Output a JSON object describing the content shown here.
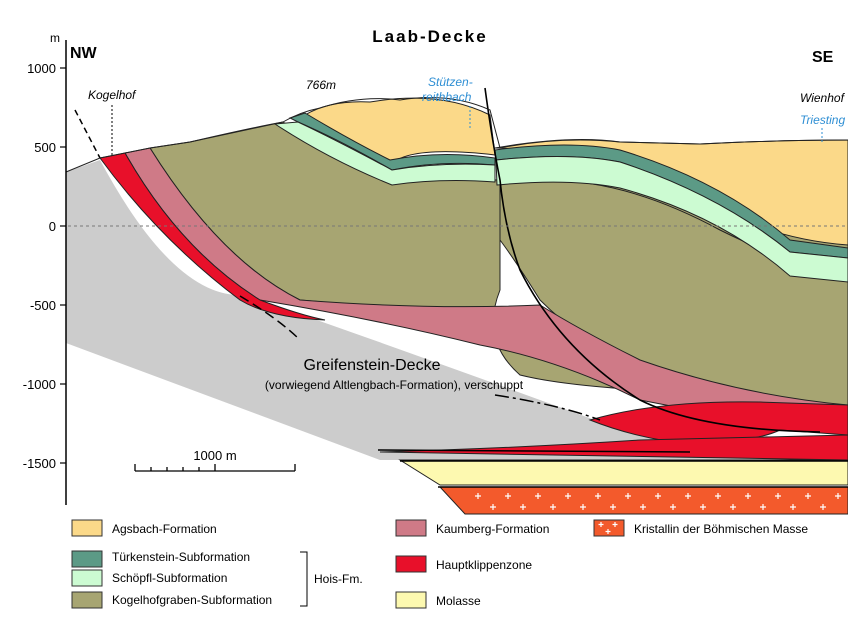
{
  "title": "Laab-Decke",
  "axis": {
    "unit": "m",
    "ticks": [
      "1000",
      "500",
      "0",
      "-500",
      "-1000",
      "-1500"
    ]
  },
  "directions": {
    "left": "NW",
    "right": "SE"
  },
  "places": {
    "kogelhof": "Kogelhof",
    "elevation": "766m",
    "stuetzen_line1": "Stützen-",
    "stuetzen_line2": "reithbach",
    "wienhof": "Wienhof",
    "triesting": "Triesting"
  },
  "greifenstein": {
    "line1": "Greifenstein-Decke",
    "line2": "(vorwiegend Altlengbach-Formation), verschuppt"
  },
  "scalebar": {
    "label": "1000 m"
  },
  "colors": {
    "agsbach": "#fbd989",
    "tuerkenstein": "#5c9a86",
    "schoepfl": "#ccfbd2",
    "kogelhofgraben": "#a7a572",
    "kaumberg": "#cf7a87",
    "hauptklippen": "#e8102a",
    "molasse": "#fdf9b0",
    "kristallin": "#f35a2c",
    "greifenstein": "#cccccc"
  },
  "legend": {
    "agsbach": "Agsbach-Formation",
    "tuerkenstein": "Türkenstein-Subformation",
    "schoepfl": "Schöpfl-Subformation",
    "kogelhofgraben": "Kogelhofgraben-Subformation",
    "hois_group": "Hois-Fm.",
    "kaumberg": "Kaumberg-Formation",
    "hauptklippen": "Hauptklippenzone",
    "molasse": "Molasse",
    "kristallin": "Kristallin der Böhmischen Masse"
  }
}
